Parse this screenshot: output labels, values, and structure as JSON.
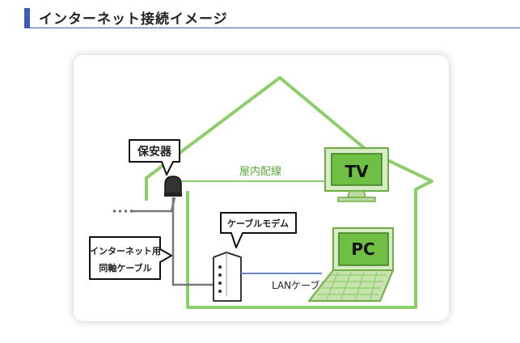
{
  "header": {
    "title": "インターネット接続イメージ"
  },
  "diagram": {
    "labels": {
      "protector": "保安器",
      "indoor_wiring": "屋内配線",
      "tv": "TV",
      "cable_modem": "ケーブルモデム",
      "coax_cable_line1": "インターネット用",
      "coax_cable_line2": "同軸ケーブル",
      "lan_cable": "LANケーブル",
      "pc": "PC"
    }
  }
}
